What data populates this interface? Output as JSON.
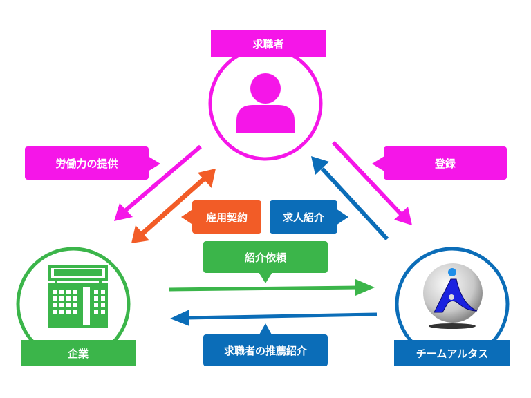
{
  "colors": {
    "magenta": "#f516e8",
    "green": "#3bb54a",
    "blue": "#0b6db8",
    "orange": "#f25c27"
  },
  "nodes": {
    "job_seeker": {
      "label": "求職者",
      "icon": "person-icon"
    },
    "company": {
      "label": "企業",
      "icon": "building-icon"
    },
    "team": {
      "label": "チームアルタス",
      "icon": "globe-logo-icon"
    }
  },
  "callouts": {
    "labor": "労働力の提供",
    "register": "登録",
    "employment": "雇用契約",
    "job_intro": "求人紹介",
    "request": "紹介依頼",
    "recommend": "求職者の推薦紹介"
  }
}
